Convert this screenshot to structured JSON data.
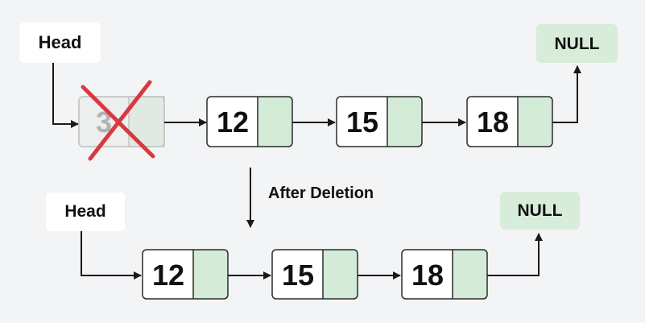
{
  "colors": {
    "background": "#f3f4f6",
    "node_fill": "#ffffff",
    "node_border": "#2b2b2b",
    "pointer_fill": "#d3ebd7",
    "null_fill": "#d8ecda",
    "deleted_fill": "#ededed",
    "deleted_border": "#bdbdbd",
    "deleted_text": "#a7a7a7",
    "cross": "#d9393e",
    "arrow": "#1a1a1a"
  },
  "before": {
    "head_label": "Head",
    "null_label": "NULL",
    "deleted_value": "3",
    "nodes": [
      "12",
      "15",
      "18"
    ]
  },
  "transition_label": "After Deletion",
  "after": {
    "head_label": "Head",
    "null_label": "NULL",
    "nodes": [
      "12",
      "15",
      "18"
    ]
  },
  "icons": {
    "deleted_marker": "cross-mark-icon"
  }
}
